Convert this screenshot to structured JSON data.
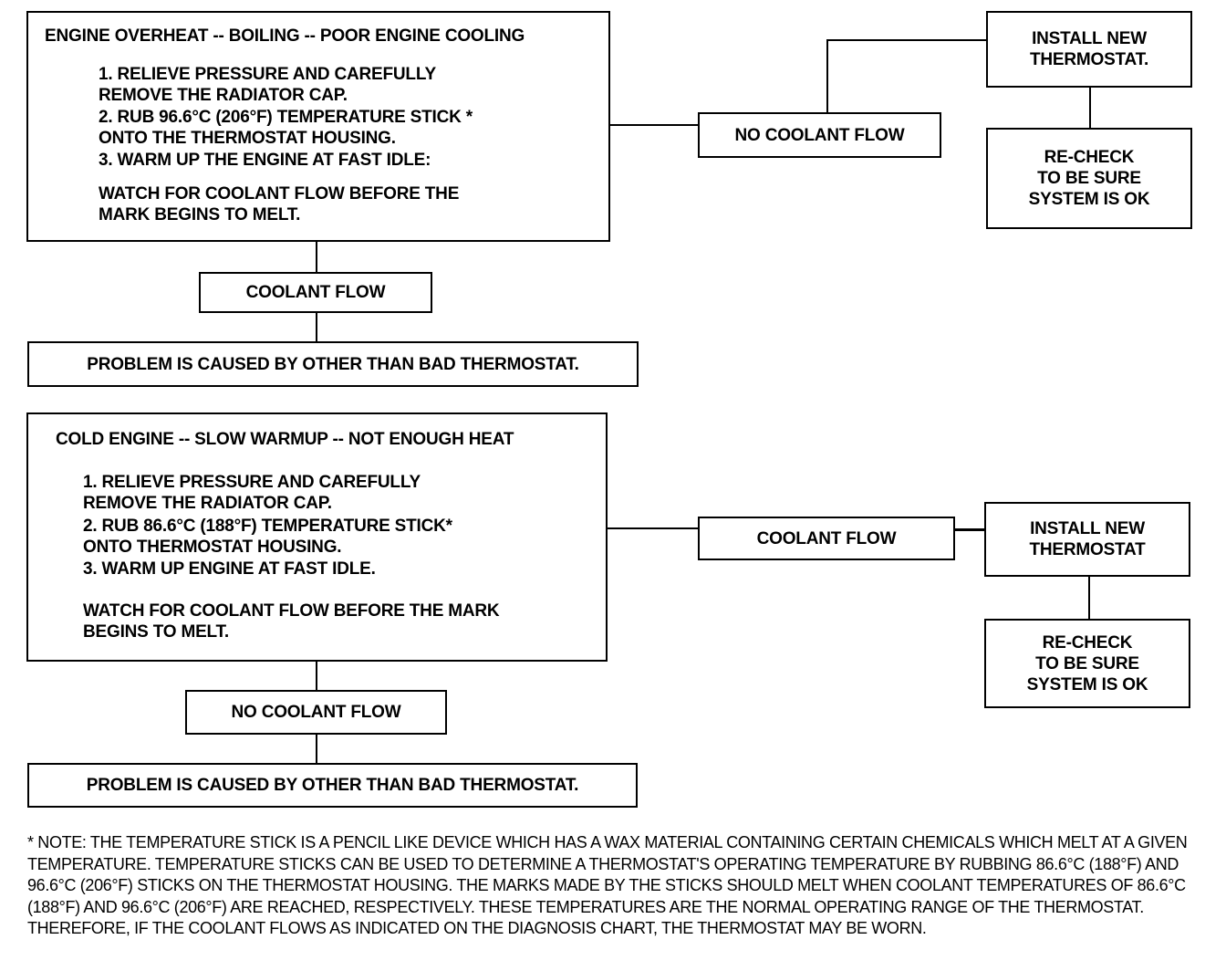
{
  "overheat": {
    "title": "ENGINE OVERHEAT -- BOILING -- POOR ENGINE COOLING",
    "step1": "1. RELIEVE PRESSURE AND CAREFULLY\n   REMOVE THE RADIATOR CAP.",
    "step2": "2. RUB 96.6°C (206°F) TEMPERATURE STICK *\n   ONTO THE THERMOSTAT HOUSING.",
    "step3": "3. WARM UP THE ENGINE AT FAST IDLE:",
    "watch": "WATCH FOR COOLANT FLOW BEFORE THE\nMARK BEGINS TO MELT.",
    "branch_right": "NO COOLANT FLOW",
    "install": "INSTALL NEW\nTHERMOSTAT.",
    "recheck": "RE-CHECK\nTO BE SURE\nSYSTEM IS OK",
    "branch_down": "COOLANT FLOW",
    "problem": "PROBLEM IS CAUSED BY OTHER THAN BAD THERMOSTAT."
  },
  "cold": {
    "title": "COLD ENGINE -- SLOW WARMUP -- NOT ENOUGH HEAT",
    "step1": "1. RELIEVE PRESSURE AND CAREFULLY\n   REMOVE THE RADIATOR CAP.",
    "step2": "2. RUB 86.6°C (188°F) TEMPERATURE STICK*\n   ONTO THERMOSTAT HOUSING.",
    "step3": "3. WARM UP ENGINE AT FAST IDLE.",
    "watch": "WATCH FOR COOLANT FLOW BEFORE THE MARK\nBEGINS TO MELT.",
    "branch_right": "COOLANT FLOW",
    "install": "INSTALL NEW\nTHERMOSTAT",
    "recheck": "RE-CHECK\nTO BE SURE\nSYSTEM IS OK",
    "branch_down": "NO COOLANT FLOW",
    "problem": "PROBLEM IS CAUSED BY OTHER THAN BAD THERMOSTAT."
  },
  "note": "* NOTE: THE TEMPERATURE STICK IS A PENCIL LIKE DEVICE WHICH HAS A WAX MATERIAL CONTAINING CERTAIN CHEMICALS WHICH MELT AT A GIVEN TEMPERATURE. TEMPERATURE STICKS CAN BE USED TO DETERMINE A THERMOSTAT'S OPERATING TEMPERATURE BY RUBBING 86.6°C (188°F) AND 96.6°C (206°F) STICKS ON THE THERMOSTAT HOUSING. THE MARKS MADE BY THE STICKS SHOULD MELT WHEN COOLANT TEMPERATURES OF 86.6°C (188°F) AND 96.6°C (206°F) ARE REACHED, RESPECTIVELY. THESE TEMPERATURES ARE THE NORMAL OPERATING RANGE OF THE THERMOSTAT. THEREFORE, IF THE COOLANT FLOWS AS INDICATED ON THE DIAGNOSIS CHART, THE THERMOSTAT MAY BE WORN."
}
